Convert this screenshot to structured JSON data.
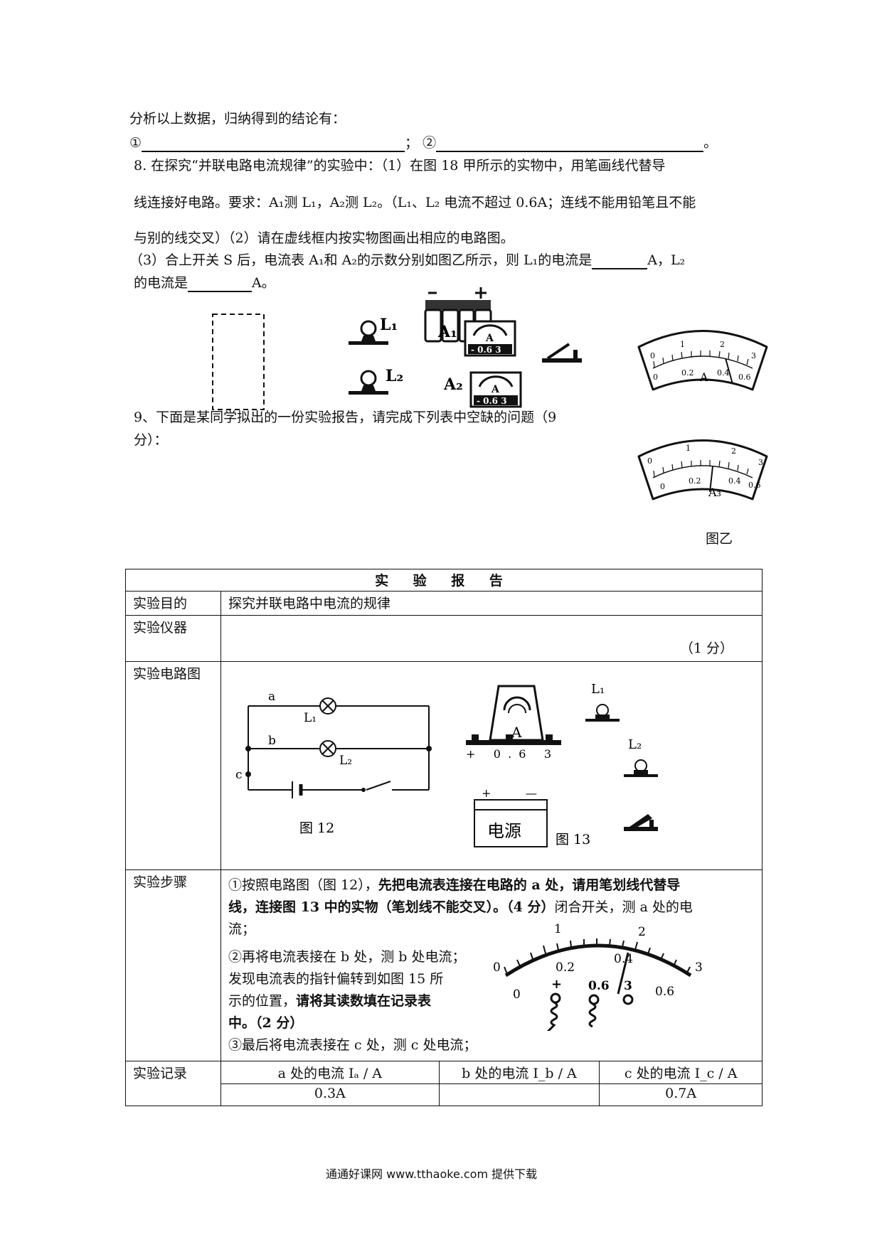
{
  "q7": {
    "conclusion_intro": "分析以上数据，归纳得到的结论有：",
    "mark1": "①",
    "sep": "；",
    "mark2": "②",
    "end": "。"
  },
  "q8": {
    "line1": "8. 在探究“并联电路电流规律”的实验中：（1）在图 18 甲所示的实物中，用笔画线代替导",
    "line2": "线连接好电路。要求：A₁测 L₁，A₂测 L₂。（L₁、L₂ 电流不超过 0.6A；连线不能用铅笔且不能",
    "line3": "与别的线交叉）（2）请在虚线框内按实物图画出相应的电路图。",
    "line4a": "（3）合上开关 S 后，电流表 A₁和 A₂的示数分别如图乙所示，则 L₁的电流是",
    "line4b": "A，L₂",
    "line5a": "的电流是",
    "line5b": "A。",
    "labels": {
      "L1": "L₁",
      "L2": "L₂",
      "A1": "A₁",
      "A2": "A₂",
      "meter_letter": "A",
      "meter_scale": "- 0.6 3"
    },
    "gauge1": {
      "top_ticks": [
        "0",
        "1",
        "2",
        "3"
      ],
      "bottom_ticks": [
        "0",
        "0.2",
        "0.4",
        "0.6"
      ],
      "unit": "A"
    },
    "gauge2": {
      "top_ticks": [
        "0",
        "1",
        "2",
        "3"
      ],
      "bottom_ticks": [
        "0",
        "0.2",
        "0.4",
        "0.6"
      ],
      "unit": "A₃"
    },
    "fig_caption": "图乙"
  },
  "q9": {
    "line1": "9、下面是某同学拟出的一份实验报告，请完成下列表中空缺的问题（9",
    "line2": "分）："
  },
  "report": {
    "title": "实 验 报 告",
    "purpose_label": "实验目的",
    "purpose_value": "探究并联电路中电流的规律",
    "instruments_label": "实验仪器",
    "instruments_score": "（1 分）",
    "circuit_label": "实验电路图",
    "fig12": {
      "a": "a",
      "b": "b",
      "c": "c",
      "L1": "L₁",
      "L2": "L₂",
      "caption": "图 12"
    },
    "fig13": {
      "meter_letter": "A",
      "meter_scale": "+ 0.6 3",
      "L1": "L₁",
      "L2": "L₂",
      "plus": "+",
      "minus": "—",
      "power": "电源",
      "caption": "图 13"
    },
    "steps_label": "实验步骤",
    "step1_a": "①按照电路图（图 12），",
    "step1_b": "先把电流表连接在电路的 a 处，请用笔划线代替导",
    "step1_c": "线，连接图 13 中的实物（笔划线不能交叉）。（4 分）",
    "step1_d": "闭合开关，测 a 处的电",
    "step1_e": "流；",
    "step2_a": "②再将电流表接在 b 处，测 b 处电流；",
    "step2_b": "发现电流表的指针偏转到如图 15 所",
    "step2_c": "示的位置，",
    "step2_d": "请将其读数填在记录表",
    "step2_e": "中。（2 分）",
    "step3": "③最后将电流表接在 c 处，测 c 处电流；",
    "fig15": {
      "top_ticks": [
        "0",
        "1",
        "2",
        "3"
      ],
      "bottom_ticks": [
        "0",
        "0.2",
        "0.4",
        "0.6"
      ],
      "terminals": [
        "+",
        "0.6",
        "3"
      ]
    },
    "record_label": "实验记录",
    "col_a": "a 处的电流 Iₐ / A",
    "col_b": "b 处的电流 I_b / A",
    "col_c": "c 处的电流 I_c / A",
    "val_a": "0.3A",
    "val_b": "",
    "val_c": "0.7A"
  },
  "footer": "通通好课网  www.tthaoke.com  提供下载"
}
